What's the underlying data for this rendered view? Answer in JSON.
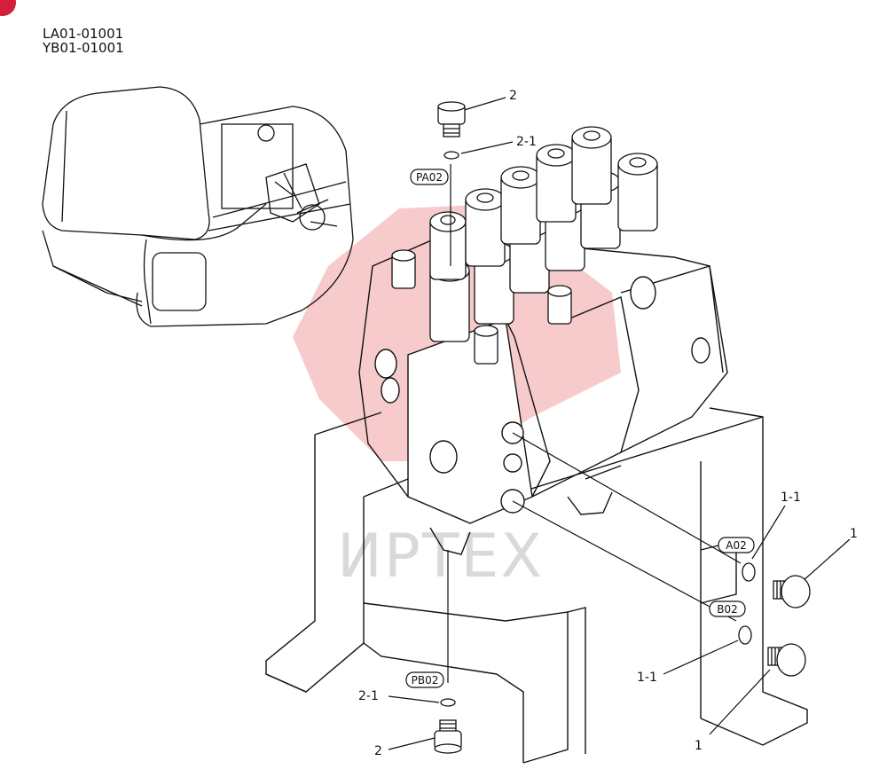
{
  "header": {
    "codes": [
      "LA01-01001",
      "YB01-01001"
    ]
  },
  "watermark": {
    "text": "ИРТЕХ",
    "color": "#f4b6b6"
  },
  "colors": {
    "corner_marker": "#d21f3c",
    "line": "#111111"
  },
  "ports": {
    "pa02": "PA02",
    "pb02": "PB02",
    "a02": "A02",
    "b02": "B02"
  },
  "callouts": {
    "plug_top": "2",
    "oring_top": "2-1",
    "oring_a": "1-1",
    "plug_a": "1",
    "oring_b": "1-1",
    "plug_b": "1",
    "oring_bottom": "2-1",
    "plug_bottom": "2"
  }
}
